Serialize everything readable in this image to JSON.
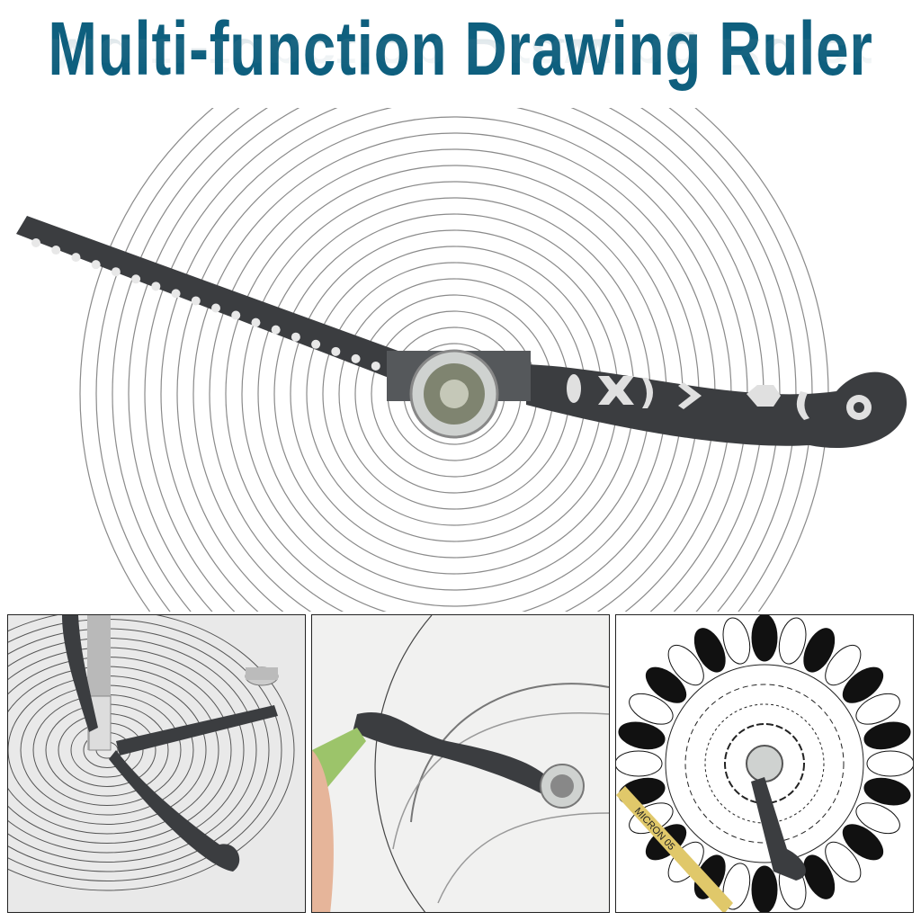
{
  "title": "Multi-function Drawing Ruler",
  "colors": {
    "title": "#0e5f7e",
    "ruler": "#3a3c3e",
    "background": "#ffffff"
  },
  "hero": {
    "description_icon": "ruler-with-compass-center"
  },
  "panels": [
    {
      "icon": "ruler-with-pen-on-circles"
    },
    {
      "icon": "ruler-drawing-helmet-sketch"
    },
    {
      "icon": "ruler-mandala-drawing",
      "pen_label": "MICRON 05"
    }
  ]
}
